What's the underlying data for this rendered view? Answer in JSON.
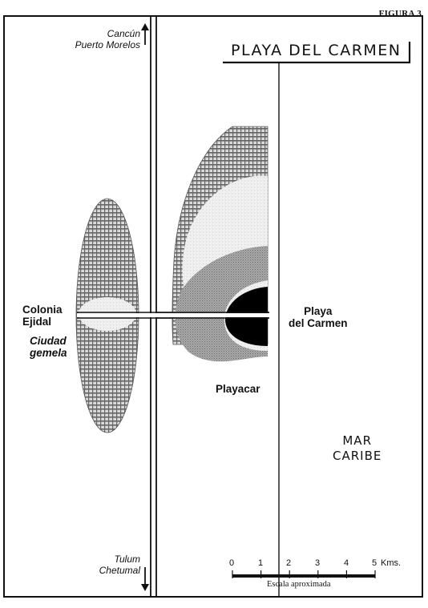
{
  "figure_label": "FIGURA 3",
  "title": "PLAYA DEL CARMEN",
  "north_direction": {
    "line1": "Cancún",
    "line2": "Puerto Morelos",
    "icon": "arrow-up-icon"
  },
  "south_direction": {
    "line1": "Tulum",
    "line2": "Chetumal",
    "icon": "arrow-down-icon"
  },
  "places": {
    "colonia_ejidal": {
      "line1": "Colonia",
      "line2": "Ejidal"
    },
    "ciudad_gemela": {
      "line1": "Ciudad",
      "line2": "gemela"
    },
    "playa_del_carmen": {
      "line1": "Playa",
      "line2": "del Carmen"
    },
    "playacar": "Playacar"
  },
  "sea_label": {
    "line1": "MAR",
    "line2": "CARIBE"
  },
  "scale": {
    "ticks": [
      "0",
      "1",
      "2",
      "3",
      "4",
      "5"
    ],
    "unit": "Kms.",
    "caption": "Escala aproximada"
  },
  "colors": {
    "ink": "#111111",
    "dense_gray": "#8a8a8a",
    "light_gray": "#dcdcdc",
    "core": "#000000"
  }
}
